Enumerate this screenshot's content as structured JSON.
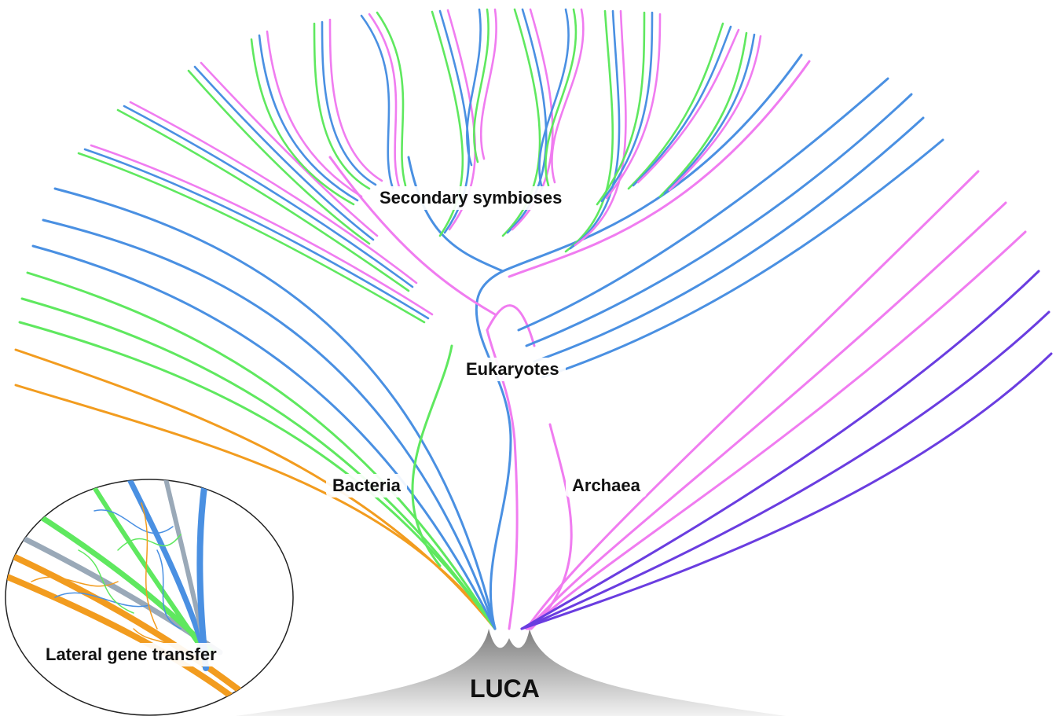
{
  "labels": {
    "secondary_symbioses": "Secondary symbioses",
    "eukaryotes": "Eukaryotes",
    "bacteria": "Bacteria",
    "archaea": "Archaea",
    "luca": "LUCA",
    "lateral_gene_transfer": "Lateral gene transfer"
  },
  "colors": {
    "blue": "#4a90e2",
    "green": "#5fe85f",
    "magenta": "#f07cf0",
    "orange": "#f29c1f",
    "purple": "#6a3de0",
    "trunk": "#9a9a9a"
  }
}
